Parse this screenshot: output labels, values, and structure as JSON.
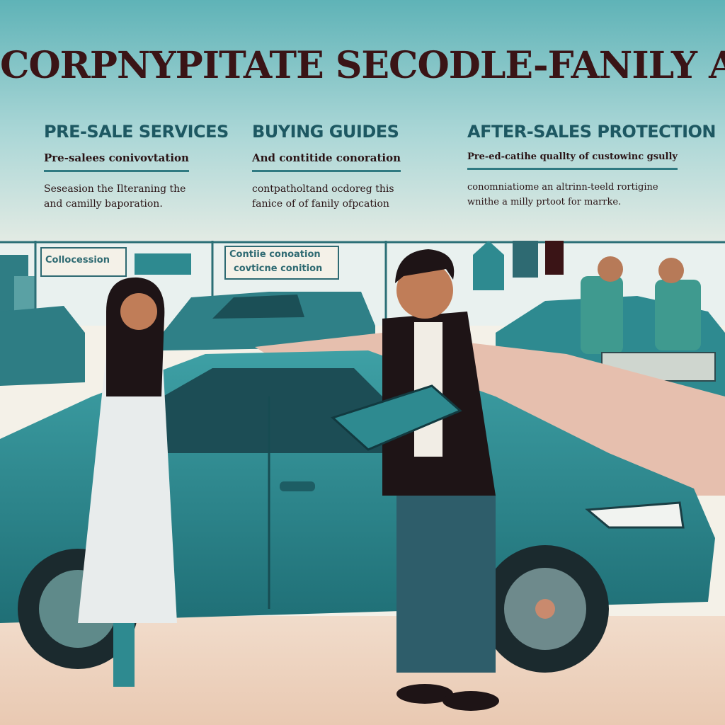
{
  "headline": "CORPNYPITATE SECODLE-FANILY ASSECS",
  "columns": [
    {
      "title": "PRE-SALE SERVICES",
      "subtitle": "Pre-salees conivovtation",
      "body": [
        "Seseasion the Ilteraning the",
        "and camilly baporation."
      ]
    },
    {
      "title": "BUYING GUIDES",
      "subtitle": "And contitide conoration",
      "body": [
        "contpatholtand ocdoreg this",
        "fanice of of fanily ofpcation"
      ]
    },
    {
      "title": "AFTER-SALES PROTECTION",
      "subtitle": "Pre-ed-catihe quallty of custowinc gsully",
      "body": [
        "conomniatiome an altrinn-teeld rortigine",
        "wnithe a milly prtoot for marrke."
      ]
    }
  ],
  "signs": {
    "left": "Collocession",
    "center_line1": "Contiie conoation",
    "center_line2": "covticne conition"
  },
  "colors": {
    "sky_top": "#5fb3b7",
    "sky_bottom": "#f4f1e8",
    "car_teal": "#2e8a90",
    "ground": "#efd8c4",
    "headline": "#3a1416",
    "title_teal": "#1d5862"
  }
}
